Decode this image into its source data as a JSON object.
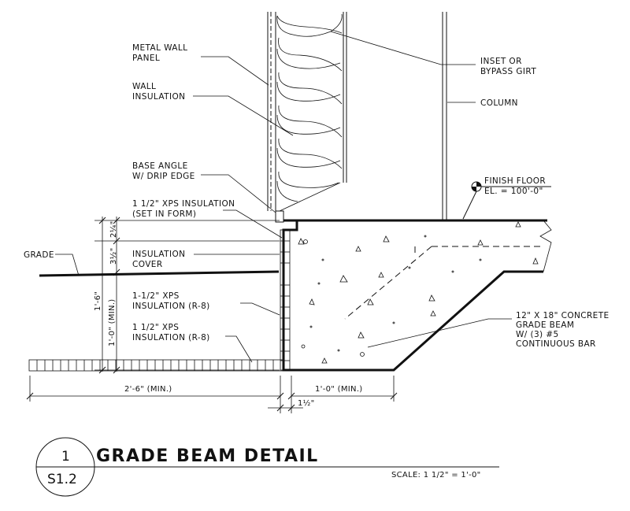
{
  "labels": {
    "metal_wall_panel": [
      "METAL WALL",
      "PANEL"
    ],
    "wall_insulation": [
      "WALL",
      "INSULATION"
    ],
    "inset_girt": [
      "INSET OR",
      "BYPASS GIRT"
    ],
    "column": "COLUMN",
    "base_angle": [
      "BASE ANGLE",
      "W/ DRIP EDGE"
    ],
    "finish_floor": [
      "FINISH FLOOR",
      "EL. = 100'-0\""
    ],
    "xps_in_form": [
      "1 1/2\" XPS INSULATION",
      "(SET IN FORM)"
    ],
    "grade": "GRADE",
    "insulation_cover": [
      "INSULATION",
      "COVER"
    ],
    "xps_r8_a": [
      "1-1/2\" XPS",
      "INSULATION (R-8)"
    ],
    "xps_r8_b": [
      "1 1/2\" XPS",
      "INSULATION (R-8)"
    ],
    "grade_beam": [
      "12\" X 18\" CONCRETE",
      "GRADE BEAM",
      "W/ (3) #5",
      "CONTINUOUS BAR"
    ]
  },
  "dimensions": {
    "d_2_1_4": "2¼\"",
    "d_3_1_2": "3½\"",
    "d_1_6": "1'-6\"",
    "d_1_0_min_v": "1'-0\" (MIN.)",
    "d_2_6_min": "2'-6\" (MIN.)",
    "d_1_0_min_h": "1'-0\" (MIN.)",
    "d_1_1_2": "1½\""
  },
  "title_block": {
    "detail_number": "1",
    "sheet": "S1.2",
    "title": "GRADE BEAM DETAIL",
    "scale": "SCALE: 1 1/2\" = 1'-0\""
  }
}
